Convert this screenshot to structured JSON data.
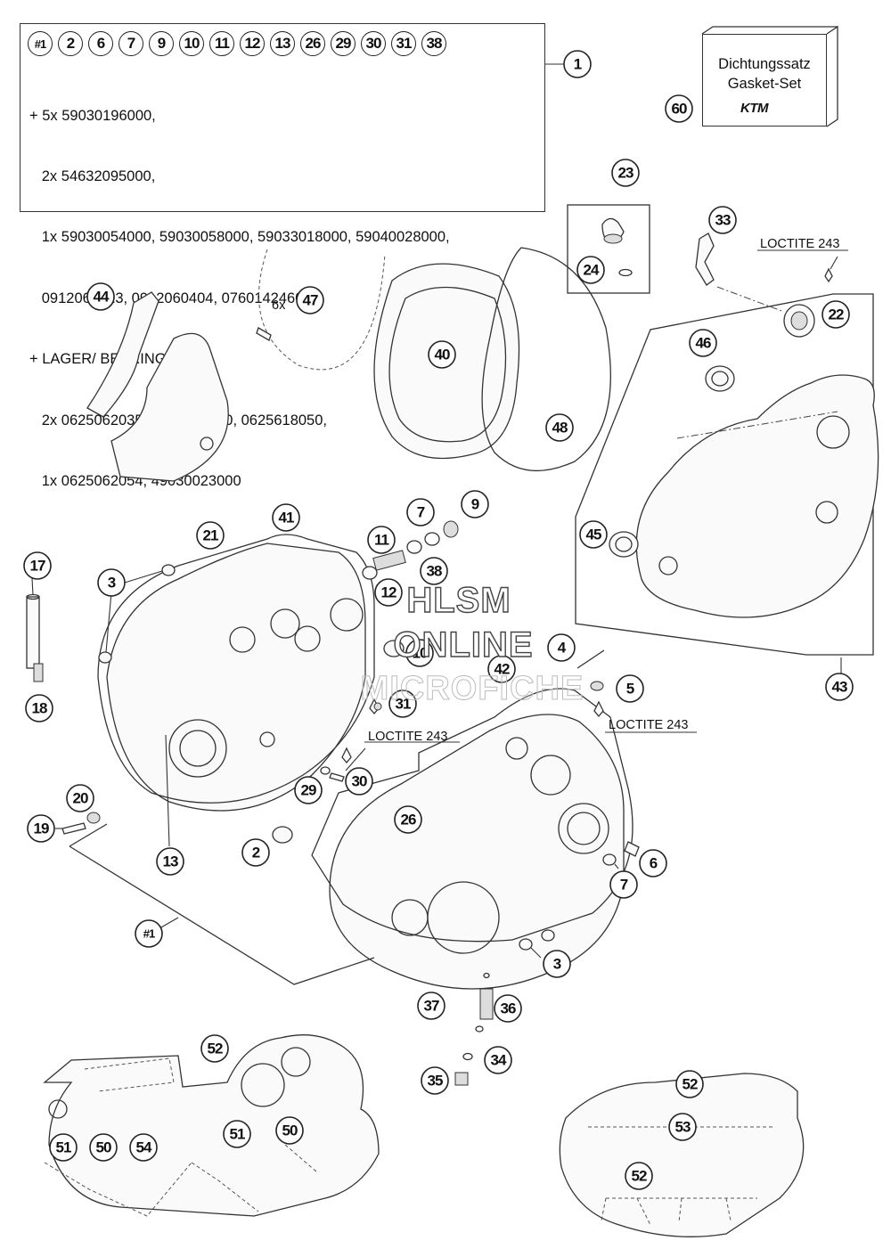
{
  "kit_badges": [
    "#1",
    "2",
    "6",
    "7",
    "9",
    "10",
    "11",
    "12",
    "13",
    "26",
    "29",
    "30",
    "31",
    "38"
  ],
  "kit_lines": [
    "+ 5x 59030196000,",
    "   2x 54632095000,",
    "   1x 59030054000, 59030058000, 59033018000, 59040028000,",
    "   0912060123, 0912060404, 0760142460",
    "+ LAGER/ BEARINGS:",
    "   2x 0625062035, 0625160040, 0625618050,",
    "   1x 0625062054, 49030023000"
  ],
  "gasket_box": {
    "line1": "Dichtungssatz",
    "line2": "Gasket-Set",
    "logo": "KTM"
  },
  "loctite": "LOCTITE 243",
  "multiplier": "6x",
  "watermark": {
    "line1": "HLSM",
    "line2": "ONLINE",
    "line3": "MICROFICHE"
  },
  "callouts": {
    "c1": "1",
    "c60": "60",
    "c23": "23",
    "c24": "24",
    "c33": "33",
    "c22": "22",
    "c44": "44",
    "c47": "47",
    "c40": "40",
    "c48": "48",
    "c46": "46",
    "c45": "45",
    "c43": "43",
    "c17": "17",
    "c18": "18",
    "c3a": "3",
    "c21": "21",
    "c41": "41",
    "c11": "11",
    "c7a": "7",
    "c9": "9",
    "c38": "38",
    "c12": "12",
    "c10": "10",
    "c4": "4",
    "c42": "42",
    "c5": "5",
    "c31": "31",
    "c29": "29",
    "c30": "30",
    "c26": "26",
    "c20": "20",
    "c19": "19",
    "c13": "13",
    "c2": "2",
    "c6": "6",
    "c7b": "7",
    "c3b": "3",
    "c1b": "#1",
    "c37": "37",
    "c36": "36",
    "c34": "34",
    "c35": "35",
    "c52a": "52",
    "c51a": "51",
    "c50a": "50",
    "c54": "54",
    "c51b": "51",
    "c50b": "50",
    "c52b": "52",
    "c53": "53",
    "c52c": "52"
  }
}
